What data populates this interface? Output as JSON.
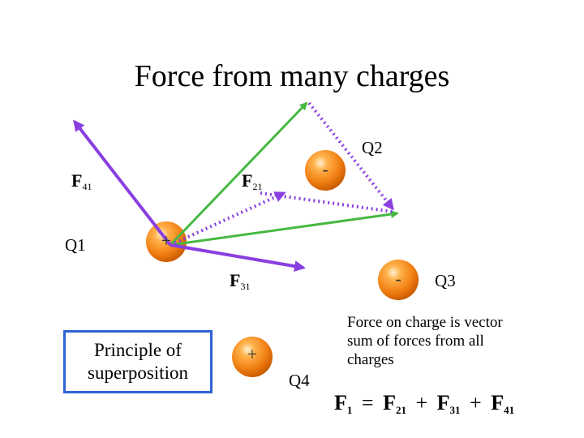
{
  "title": "Force from many charges",
  "charges": [
    {
      "name": "Q1",
      "sign": "+"
    },
    {
      "name": "Q2",
      "sign": "-"
    },
    {
      "name": "Q3",
      "sign": "-"
    },
    {
      "name": "Q4",
      "sign": "+"
    }
  ],
  "forces": {
    "f41": {
      "symbol": "F",
      "sub": "41"
    },
    "f21": {
      "symbol": "F",
      "sub": "21"
    },
    "f31": {
      "symbol": "F",
      "sub": "31"
    }
  },
  "principle": "Principle of superposition",
  "note": "Force on charge is vector sum of forces from all charges",
  "equation": {
    "lhs": "F",
    "lhs_sub": "1",
    "eq": "=",
    "terms": [
      {
        "symbol": "F",
        "sub": "21"
      },
      {
        "symbol": "F",
        "sub": "31"
      },
      {
        "symbol": "F",
        "sub": "41"
      }
    ],
    "plus": "+"
  },
  "colors": {
    "green": "#47b843",
    "purple": "#8a3fe0",
    "box": "#2f63d6",
    "charge": "#f07d12"
  }
}
